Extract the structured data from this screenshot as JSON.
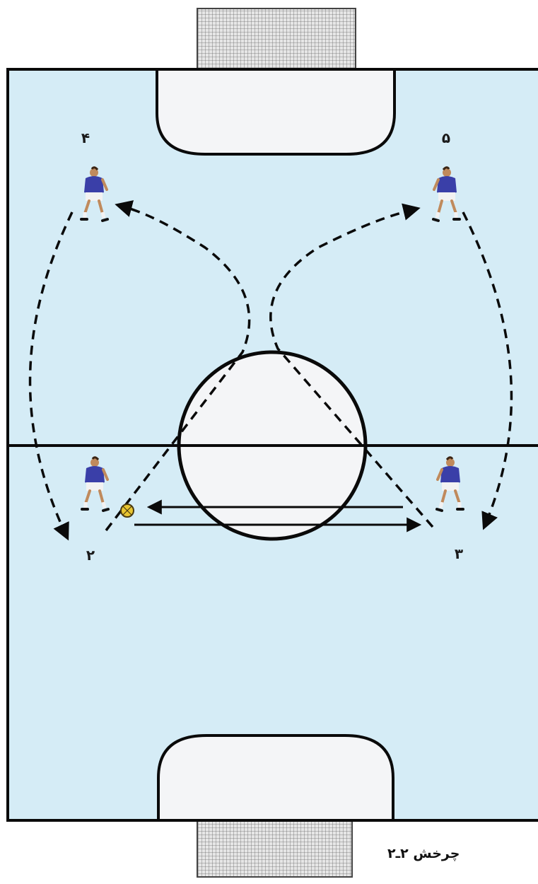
{
  "colors": {
    "field": "#d5ecf6",
    "area": "#f4f5f7",
    "line": "#0a0a0a",
    "jersey": "#3a3fa8",
    "ball": "#e8c530"
  },
  "players": [
    {
      "id": "p4",
      "label": "۴",
      "number": 4
    },
    {
      "id": "p5",
      "label": "۵",
      "number": 5
    },
    {
      "id": "p2",
      "label": "۲",
      "number": 2,
      "has_ball": true
    },
    {
      "id": "p3",
      "label": "۳",
      "number": 3
    }
  ],
  "caption": "چرخش ۲ـ۲"
}
